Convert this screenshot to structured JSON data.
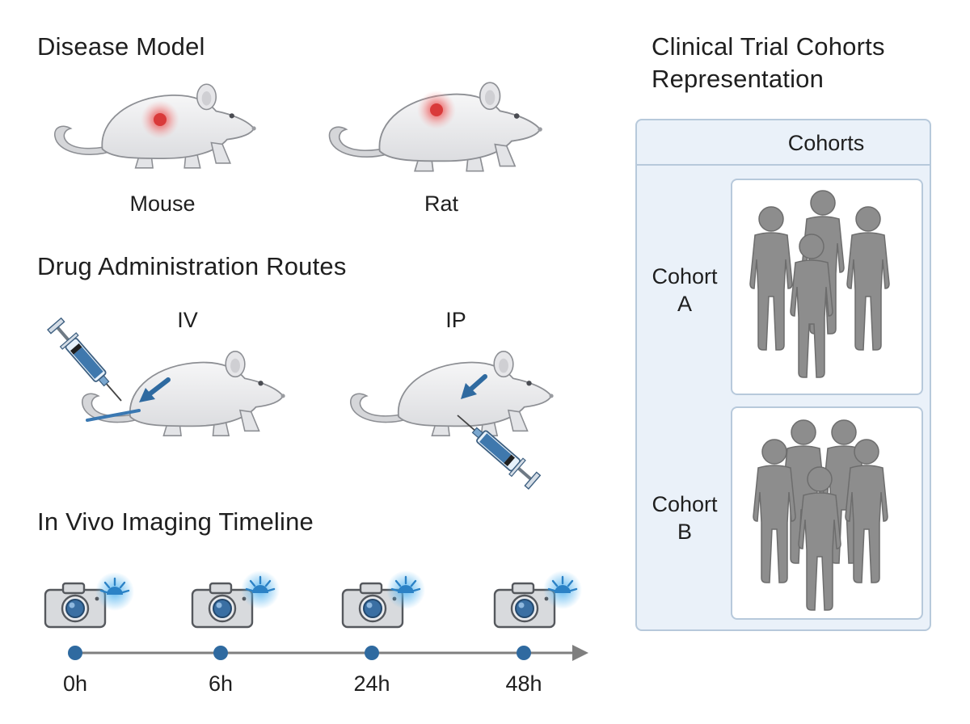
{
  "sections": {
    "disease_model": {
      "title": "Disease Model",
      "animals": [
        "Mouse",
        "Rat"
      ]
    },
    "drug_routes": {
      "title": "Drug Administration Routes",
      "routes": [
        "IV",
        "IP"
      ]
    },
    "imaging": {
      "title": "In Vivo Imaging Timeline",
      "timepoints": [
        "0h",
        "6h",
        "24h",
        "48h"
      ]
    },
    "clinical": {
      "title_line1": "Clinical Trial Cohorts",
      "title_line2": "Representation",
      "panel_header": "Cohorts",
      "cohorts": [
        {
          "line1": "Cohort",
          "line2": "A"
        },
        {
          "line1": "Cohort",
          "line2": "B"
        }
      ]
    }
  },
  "colors": {
    "accent_blue": "#2f6aa0",
    "tumor_red": "#d93a3a",
    "glow_blue": "#3aa3e0",
    "person_gray": "#8a8a8a",
    "panel_bg": "#eaf1f9",
    "panel_border": "#b7c9db"
  }
}
